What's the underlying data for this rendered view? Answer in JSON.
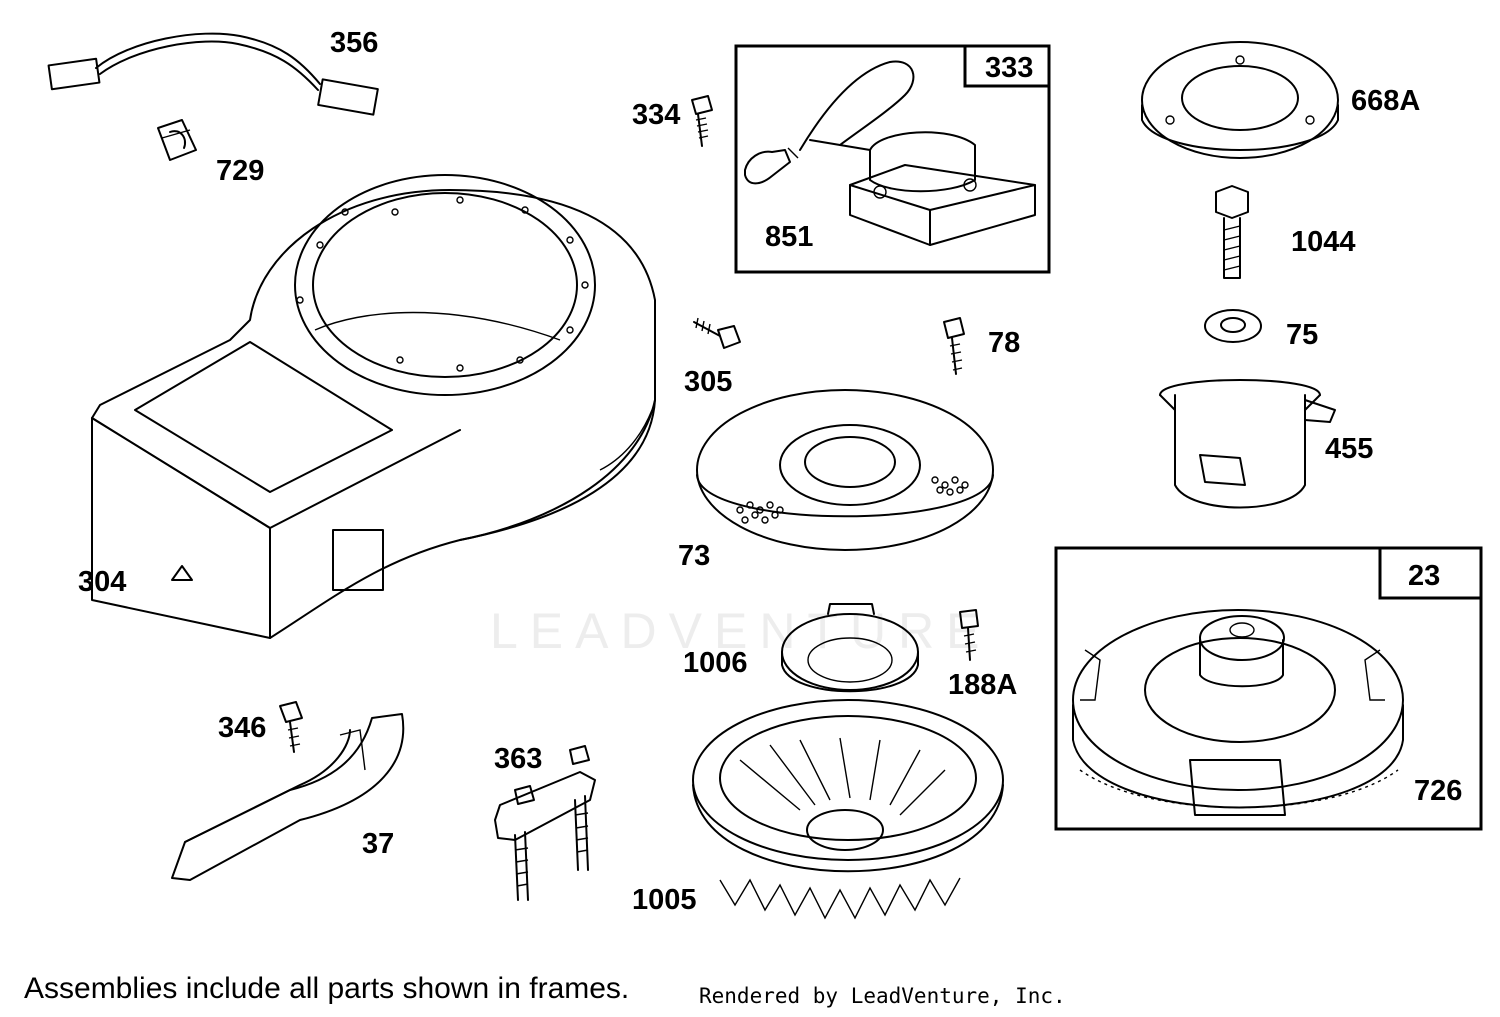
{
  "watermark": "LEADVENTURE",
  "footer_note": "Assemblies include all parts shown in frames.",
  "render_credit": "Rendered by LeadVenture, Inc.",
  "assemblies": [
    {
      "id": "333",
      "label": "333"
    },
    {
      "id": "23",
      "label": "23"
    }
  ],
  "parts": [
    {
      "id": "356",
      "label": "356",
      "icon": "wire-harness-icon"
    },
    {
      "id": "729",
      "label": "729",
      "icon": "grommet-icon"
    },
    {
      "id": "304",
      "label": "304",
      "icon": "blower-housing-icon"
    },
    {
      "id": "334",
      "label": "334",
      "icon": "screw-icon"
    },
    {
      "id": "851",
      "label": "851",
      "icon": "spark-plug-terminal-icon"
    },
    {
      "id": "668A",
      "label": "668A",
      "icon": "plate-icon"
    },
    {
      "id": "1044",
      "label": "1044",
      "icon": "bolt-icon"
    },
    {
      "id": "75",
      "label": "75",
      "icon": "washer-icon"
    },
    {
      "id": "455",
      "label": "455",
      "icon": "cup-icon"
    },
    {
      "id": "305",
      "label": "305",
      "icon": "screw-icon"
    },
    {
      "id": "78",
      "label": "78",
      "icon": "screw-icon"
    },
    {
      "id": "73",
      "label": "73",
      "icon": "screen-icon"
    },
    {
      "id": "1006",
      "label": "1006",
      "icon": "ratchet-icon"
    },
    {
      "id": "188A",
      "label": "188A",
      "icon": "screw-icon"
    },
    {
      "id": "726",
      "label": "726",
      "icon": "flywheel-icon"
    },
    {
      "id": "346",
      "label": "346",
      "icon": "screw-icon"
    },
    {
      "id": "37",
      "label": "37",
      "icon": "air-guide-icon"
    },
    {
      "id": "363",
      "label": "363",
      "icon": "bracket-icon"
    },
    {
      "id": "1005",
      "label": "1005",
      "icon": "fan-icon"
    }
  ]
}
